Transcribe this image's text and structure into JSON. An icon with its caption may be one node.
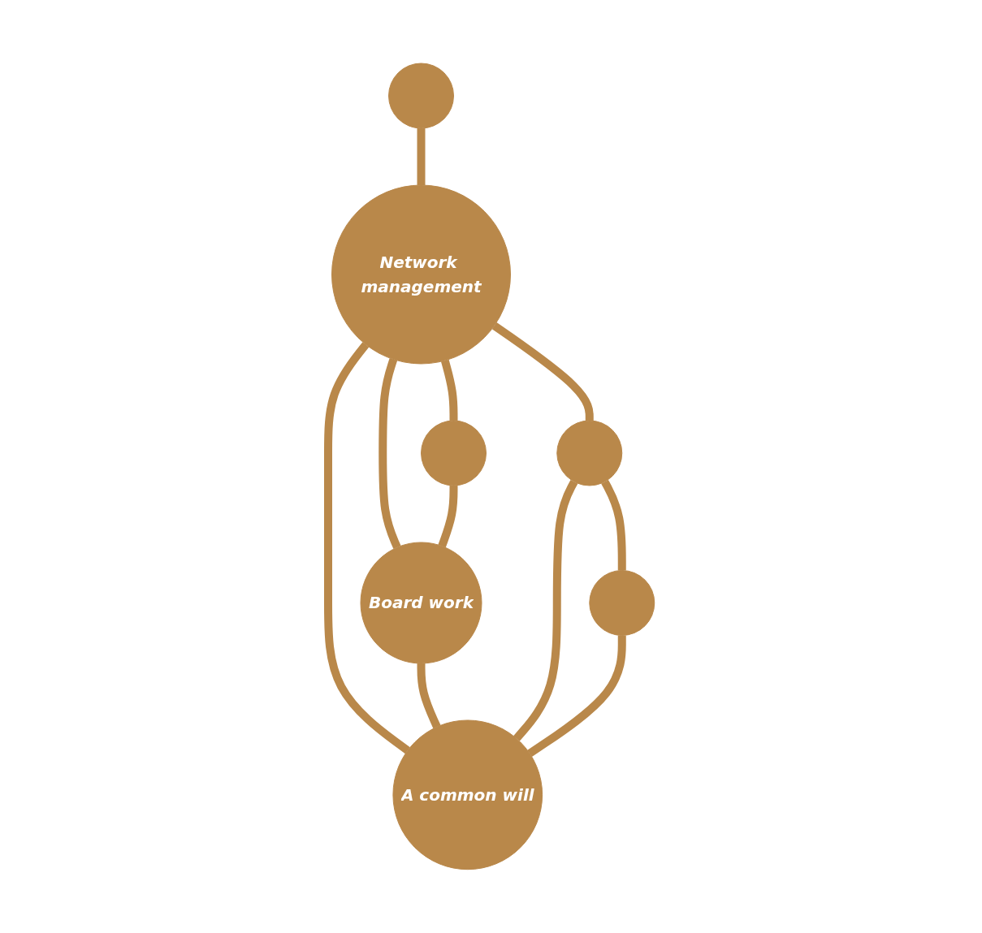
{
  "diagram": {
    "nodes": [
      {
        "text": [],
        "shape": "circle"
      },
      {
        "text": [
          "Network management"
        ]
      },
      {
        "text": [],
        "shape": "circle"
      },
      {
        "text": [
          "Board work"
        ]
      },
      {
        "text": [],
        "shape": "circle"
      },
      {
        "text": [
          "A common will"
        ]
      },
      {
        "text": [],
        "shape": "circle"
      }
    ],
    "edges": [
      {
        "from": 0,
        "to": 1,
        "arrow": "none"
      },
      {
        "from": 1,
        "to": 2,
        "arrow": "none"
      },
      {
        "from": 1,
        "to": 3,
        "arrow": "none"
      },
      {
        "from": 1,
        "to": 4,
        "arrow": "none"
      },
      {
        "from": 1,
        "to": 5,
        "arrow": "none"
      },
      {
        "from": 2,
        "to": 3,
        "arrow": "none"
      },
      {
        "from": 3,
        "to": 5,
        "arrow": "none"
      },
      {
        "from": 4,
        "to": 5,
        "arrow": "none"
      },
      {
        "from": 4,
        "to": 6,
        "arrow": "none"
      },
      {
        "from": 6,
        "to": 5,
        "arrow": "none"
      }
    ]
  }
}
